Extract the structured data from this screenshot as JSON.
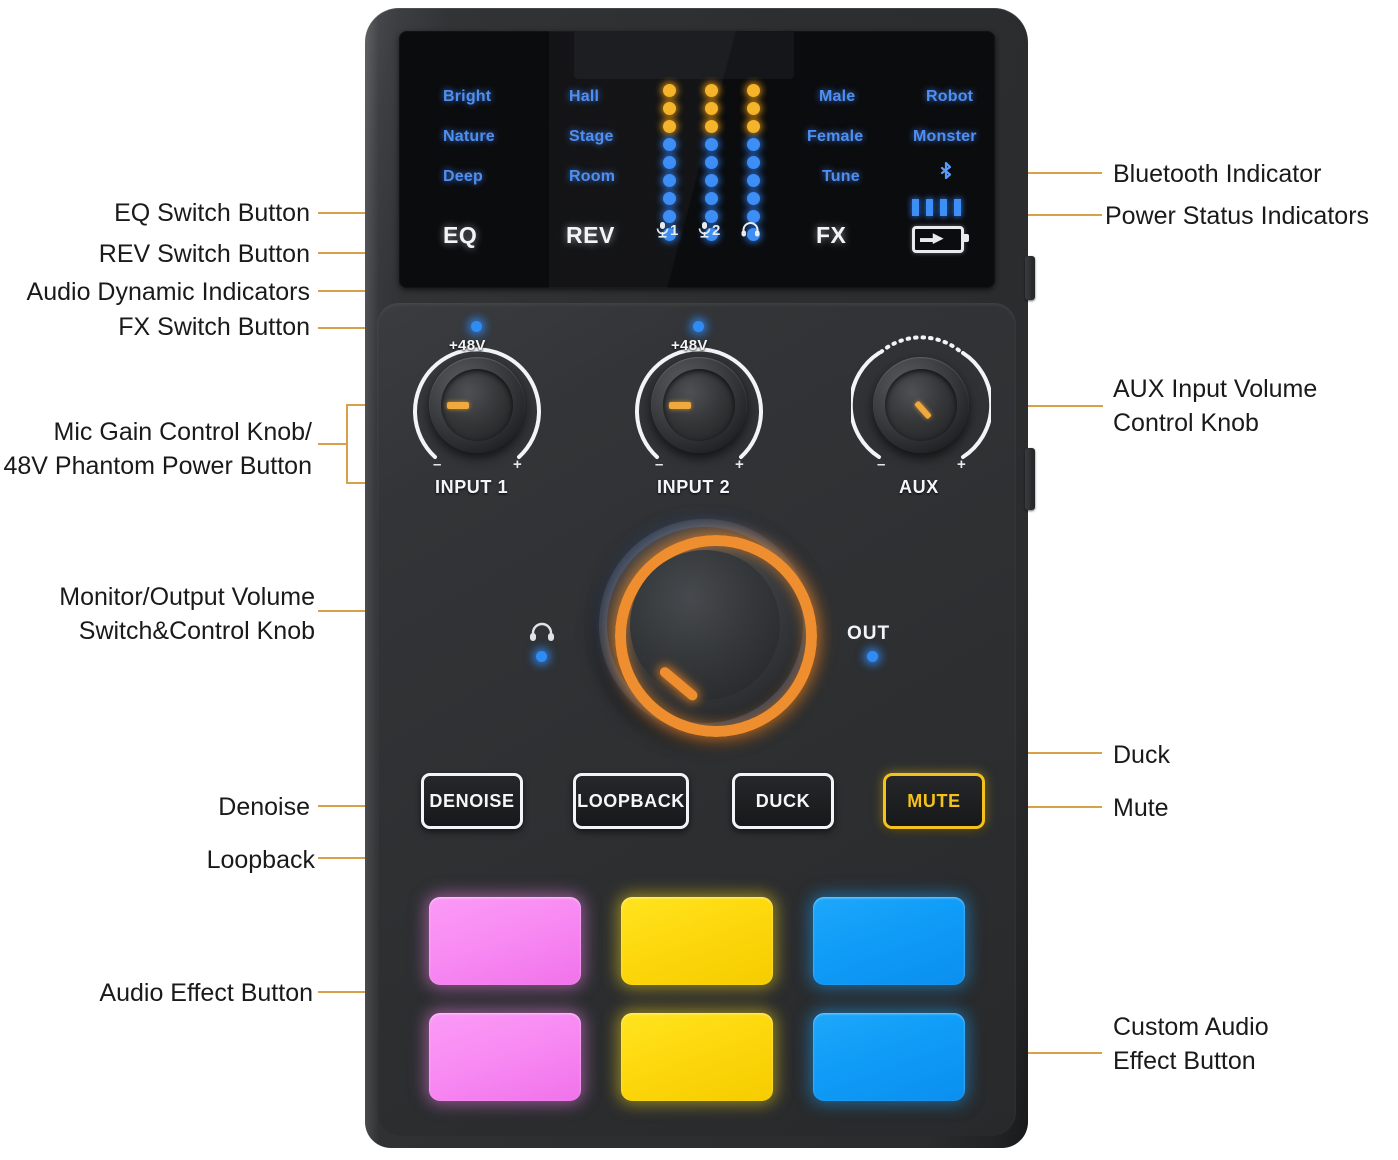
{
  "product": {
    "type": "audio mixer / sound card control panel",
    "accent_color": "#d8a04a",
    "body_color": "#2c2e30"
  },
  "screen": {
    "eq_presets": [
      "Bright",
      "Nature",
      "Deep"
    ],
    "rev_presets": [
      "Hall",
      "Stage",
      "Room"
    ],
    "fx_presets": [
      "Male",
      "Female",
      "Tune"
    ],
    "fx_presets_right": [
      "Robot",
      "Monster"
    ],
    "switch_buttons": [
      {
        "label": "EQ"
      },
      {
        "label": "REV"
      },
      {
        "label": "FX"
      }
    ],
    "meters": [
      {
        "name": "mic-1",
        "icon_label": "1",
        "amber_leds": 3,
        "blue_leds": 6
      },
      {
        "name": "mic-2",
        "icon_label": "2",
        "amber_leds": 3,
        "blue_leds": 6
      },
      {
        "name": "headphone",
        "icon_label": "",
        "amber_leds": 3,
        "blue_leds": 6
      }
    ],
    "bluetooth_icon": "bluetooth-icon",
    "power_bars": 4,
    "battery_icon": "battery-charging-icon"
  },
  "knobs": {
    "input1": {
      "name": "INPUT 1",
      "phantom_label": "+48V",
      "minus": "–",
      "plus": "+",
      "led": "on"
    },
    "input2": {
      "name": "INPUT 2",
      "phantom_label": "+48V",
      "minus": "–",
      "plus": "+",
      "led": "on"
    },
    "aux": {
      "name": "AUX",
      "minus": "–",
      "plus": "+"
    },
    "main": {
      "headphone_icon": "headphone-icon",
      "out_label": "OUT"
    }
  },
  "function_buttons": [
    {
      "label": "DENOISE",
      "state": "off"
    },
    {
      "label": "LOOPBACK",
      "state": "off"
    },
    {
      "label": "DUCK",
      "state": "off"
    },
    {
      "label": "MUTE",
      "state": "active"
    }
  ],
  "pads": [
    {
      "color": "pink",
      "hex": "#f88bf3"
    },
    {
      "color": "yellow",
      "hex": "#fdd80d"
    },
    {
      "color": "blue",
      "hex": "#0f9cf7"
    },
    {
      "color": "pink",
      "hex": "#f88bf3"
    },
    {
      "color": "yellow",
      "hex": "#fdd80d"
    },
    {
      "color": "blue",
      "hex": "#0f9cf7"
    }
  ],
  "annotations": {
    "left": [
      {
        "id": "eq-switch",
        "text": "EQ Switch Button"
      },
      {
        "id": "rev-switch",
        "text": "REV Switch Button"
      },
      {
        "id": "audio-dynamic",
        "text": "Audio Dynamic Indicators"
      },
      {
        "id": "fx-switch",
        "text": "FX Switch Button"
      },
      {
        "id": "mic-gain",
        "text": "Mic Gain Control Knob/\n48V Phantom Power Button"
      },
      {
        "id": "monitor-volume",
        "text": "Monitor/Output Volume\nSwitch&Control Knob"
      },
      {
        "id": "denoise",
        "text": "Denoise"
      },
      {
        "id": "loopback",
        "text": "Loopback"
      },
      {
        "id": "audio-effect",
        "text": "Audio Effect Button"
      }
    ],
    "right": [
      {
        "id": "bluetooth",
        "text": "Bluetooth Indicator"
      },
      {
        "id": "power-status",
        "text": "Power Status Indicators"
      },
      {
        "id": "aux-volume",
        "text": "AUX Input Volume\nControl Knob"
      },
      {
        "id": "duck",
        "text": "Duck"
      },
      {
        "id": "mute",
        "text": "Mute"
      },
      {
        "id": "custom-audio",
        "text": "Custom Audio\nEffect Button"
      }
    ]
  }
}
